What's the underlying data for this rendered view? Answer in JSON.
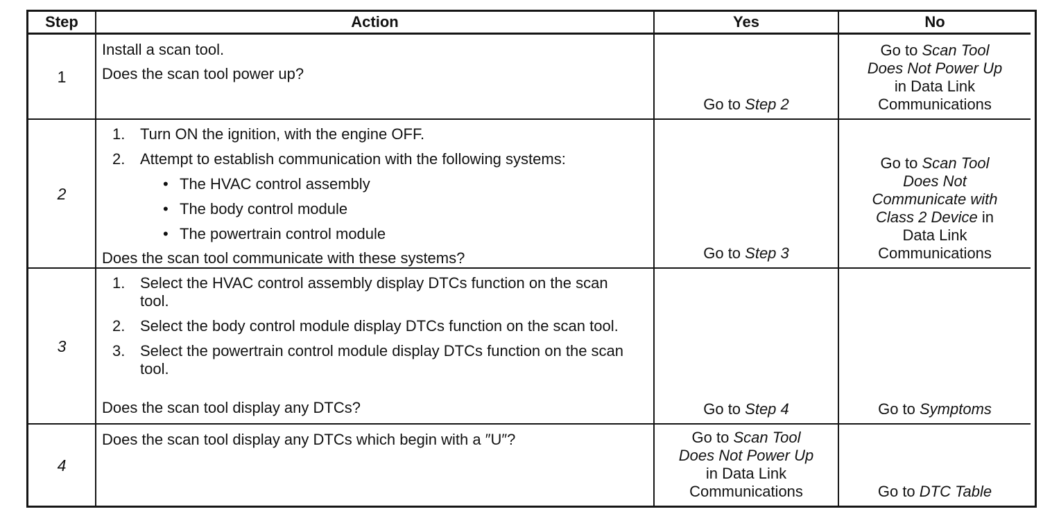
{
  "table": {
    "header": {
      "step": "Step",
      "action": "Action",
      "yes": "Yes",
      "no": "No"
    },
    "bullet_icon": "•",
    "rows": [
      {
        "step": "1",
        "action": {
          "lines": [
            "Install a scan tool.",
            "Does the scan tool power up?"
          ]
        },
        "yes": {
          "prefix": "Go to ",
          "ref": "Step 2",
          "suffix": ""
        },
        "no": {
          "prefix": "Go to ",
          "ref": "Scan Tool Does Not Power Up",
          "suffix": " in Data Link Communications"
        }
      },
      {
        "step": "2",
        "action": {
          "numbered": [
            {
              "num": "1.",
              "text": "Turn ON the ignition, with the engine OFF."
            },
            {
              "num": "2.",
              "text": "Attempt to establish communication with the following systems:"
            }
          ],
          "bullets": [
            "The HVAC control assembly",
            "The body control module",
            "The powertrain control module"
          ],
          "question": "Does the scan tool communicate with these systems?"
        },
        "yes": {
          "prefix": "Go to ",
          "ref": "Step 3",
          "suffix": ""
        },
        "no": {
          "prefix": "Go to ",
          "ref": "Scan Tool Does Not Communicate with Class 2 Device",
          "suffix": " in Data Link Communications"
        }
      },
      {
        "step": "3",
        "action": {
          "numbered": [
            {
              "num": "1.",
              "text": "Select the HVAC control assembly display DTCs function on the scan tool."
            },
            {
              "num": "2.",
              "text": "Select the body control module display DTCs function on the scan tool."
            },
            {
              "num": "3.",
              "text": "Select the powertrain control module display DTCs function on the scan tool."
            }
          ],
          "question": "Does the scan tool display any DTCs?"
        },
        "yes": {
          "prefix": "Go to ",
          "ref": "Step 4",
          "suffix": ""
        },
        "no": {
          "prefix": "Go to ",
          "ref": "Symptoms",
          "suffix": ""
        }
      },
      {
        "step": "4",
        "action": {
          "question": "Does the scan tool display any DTCs which begin with a ″U″?"
        },
        "yes": {
          "prefix": "Go to ",
          "ref": "Scan Tool Does Not Power Up",
          "suffix": " in Data Link Communications"
        },
        "no": {
          "prefix": "Go to ",
          "ref": "DTC Table",
          "suffix": ""
        }
      }
    ]
  }
}
